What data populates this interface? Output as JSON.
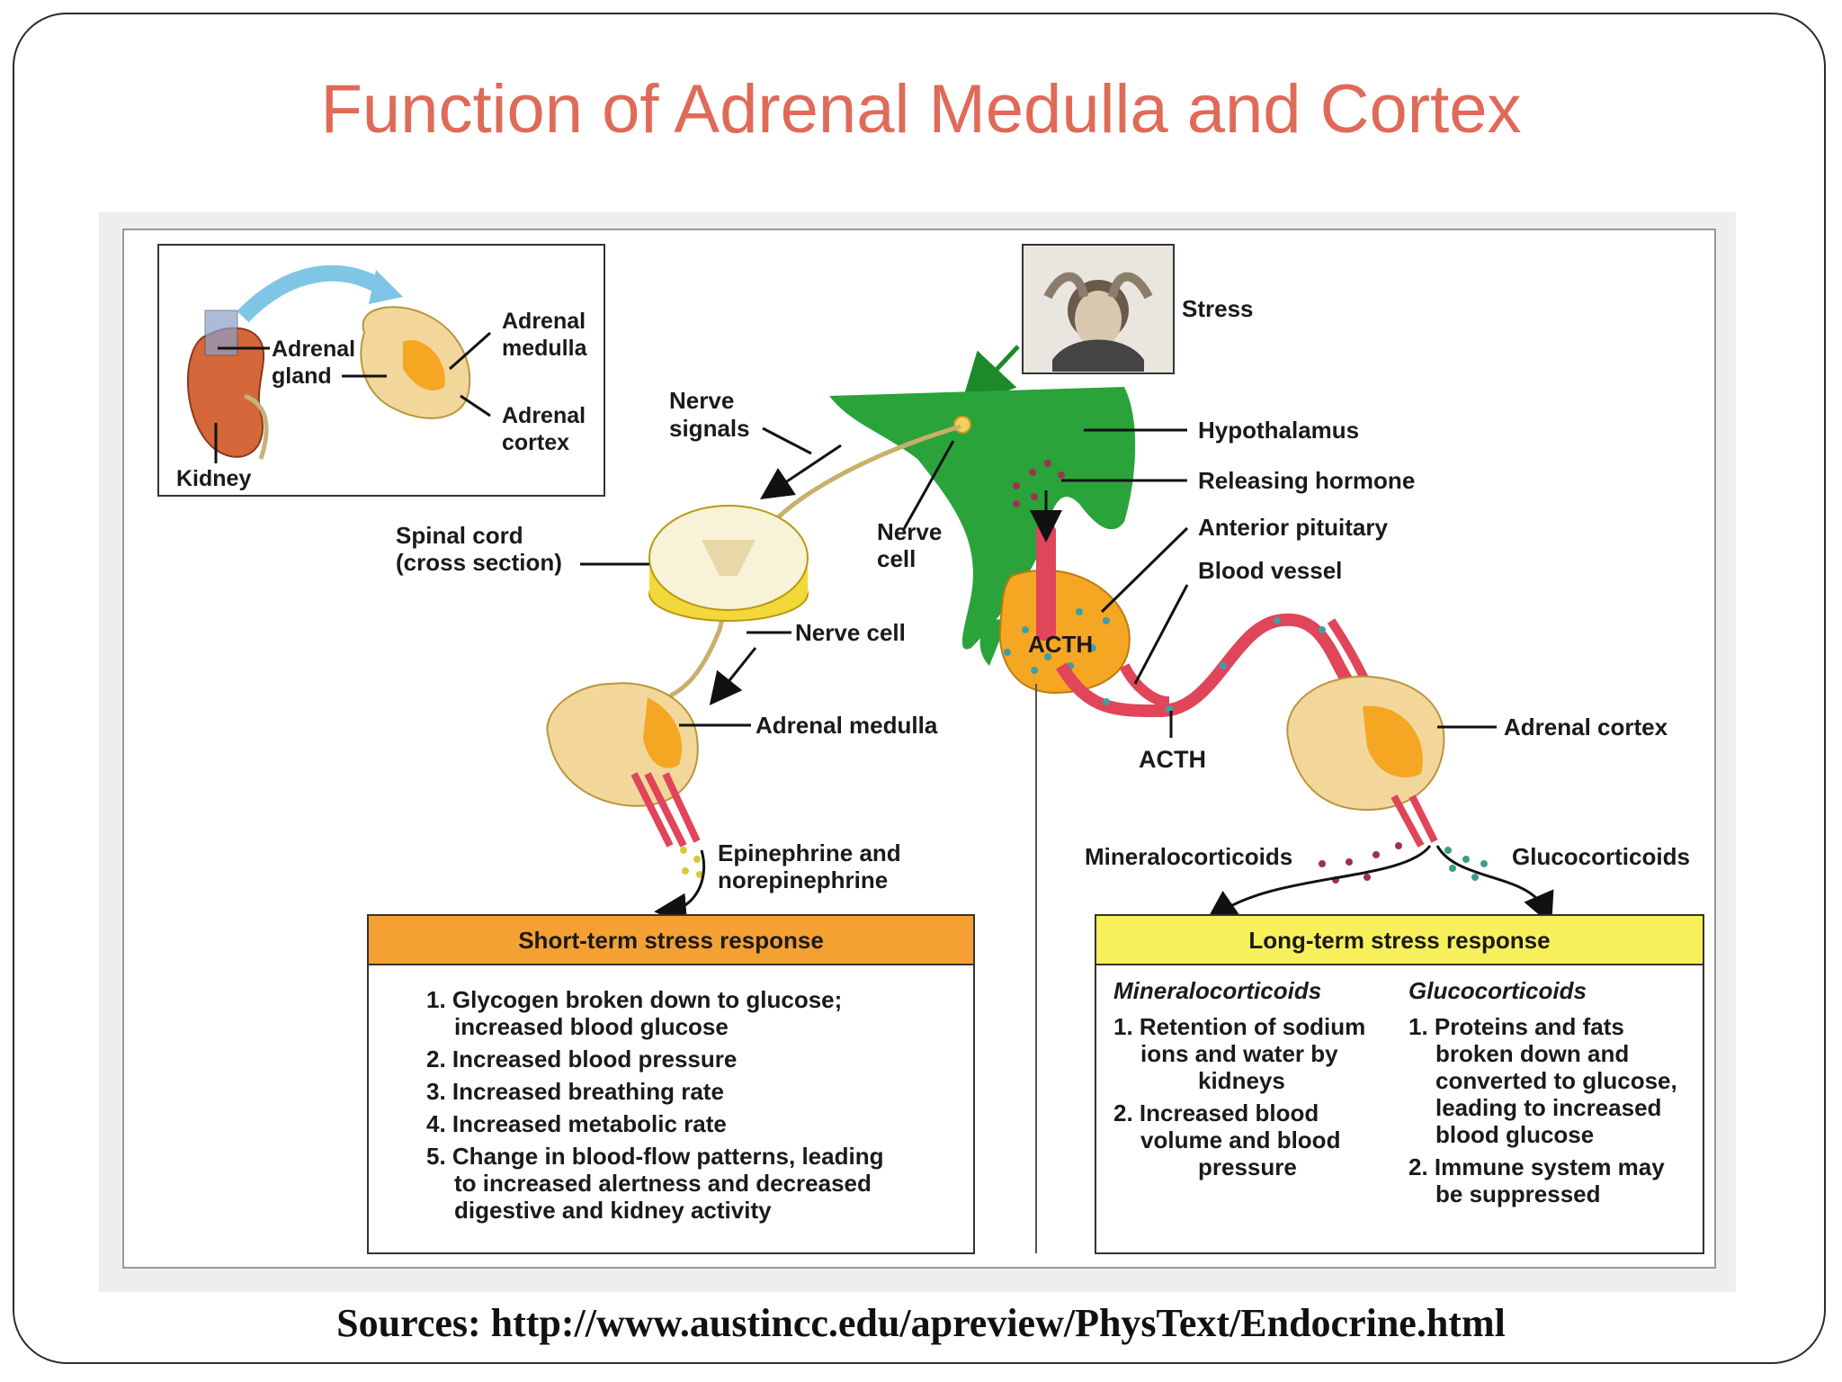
{
  "slide": {
    "title": "Function of Adrenal Medulla and Cortex",
    "source": "Sources: http://www.austincc.edu/apreview/PhysText/Endocrine.html"
  },
  "inset": {
    "adrenal_gland": [
      "Adrenal",
      "gland"
    ],
    "adrenal_medulla": [
      "Adrenal",
      "medulla"
    ],
    "adrenal_cortex": [
      "Adrenal",
      "cortex"
    ],
    "kidney": "Kidney"
  },
  "labels": {
    "stress": "Stress",
    "hypothalamus": "Hypothalamus",
    "releasing_hormone": "Releasing hormone",
    "anterior_pituitary": "Anterior pituitary",
    "blood_vessel": "Blood vessel",
    "nerve_signals": [
      "Nerve",
      "signals"
    ],
    "nerve_cell_top": [
      "Nerve",
      "cell"
    ],
    "spinal_cord": [
      "Spinal cord",
      "(cross section)"
    ],
    "nerve_cell": "Nerve cell",
    "adrenal_medulla": "Adrenal medulla",
    "acth_gland": "ACTH",
    "acth_vessel": "ACTH",
    "adrenal_cortex": "Adrenal cortex",
    "epinephrine": [
      "Epinephrine and",
      "norepinephrine"
    ],
    "mineralocorticoids": "Mineralocorticoids",
    "glucocorticoids": "Glucocorticoids"
  },
  "short_term": {
    "header": "Short-term stress response",
    "lines": [
      "1. Glycogen broken down to glucose;",
      "increased blood glucose",
      "2. Increased blood pressure",
      "3. Increased breathing rate",
      "4. Increased metabolic rate",
      "5. Change in blood-flow patterns, leading",
      "to increased alertness and decreased",
      "digestive and kidney activity"
    ]
  },
  "long_term": {
    "header": "Long-term stress response",
    "mineral_title": "Mineralocorticoids",
    "mineral_lines": [
      "1. Retention of sodium",
      "ions and water by",
      "kidneys",
      "2. Increased blood",
      "volume and blood",
      "pressure"
    ],
    "gluco_title": "Glucocorticoids",
    "gluco_lines": [
      "1. Proteins and fats",
      "broken down and",
      "converted to glucose,",
      "leading to increased",
      "blood glucose",
      "2. Immune system may",
      "be suppressed"
    ]
  },
  "colors": {
    "title": "#e06a58",
    "hypothalamus_green": "#2aa33a",
    "gland_orange": "#f5a623",
    "short_header": "#f5a033",
    "long_header": "#f7f05a",
    "vessel_red": "#e0455a"
  }
}
